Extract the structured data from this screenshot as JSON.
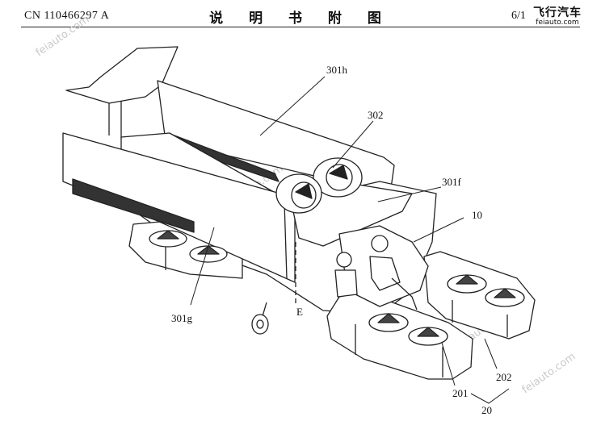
{
  "header": {
    "publication_number": "CN 110466297 A",
    "title": "说 明 书 附 图",
    "page": "6/1",
    "logo_cn": "飞行汽车",
    "logo_en": "feiauto.com"
  },
  "watermark": "feiauto.com",
  "labels": {
    "l301h": "301h",
    "l302": "302",
    "l301f": "301f",
    "l10": "10",
    "l301g": "301g",
    "lE": "E",
    "l201": "201",
    "l202": "202",
    "l20": "20"
  }
}
